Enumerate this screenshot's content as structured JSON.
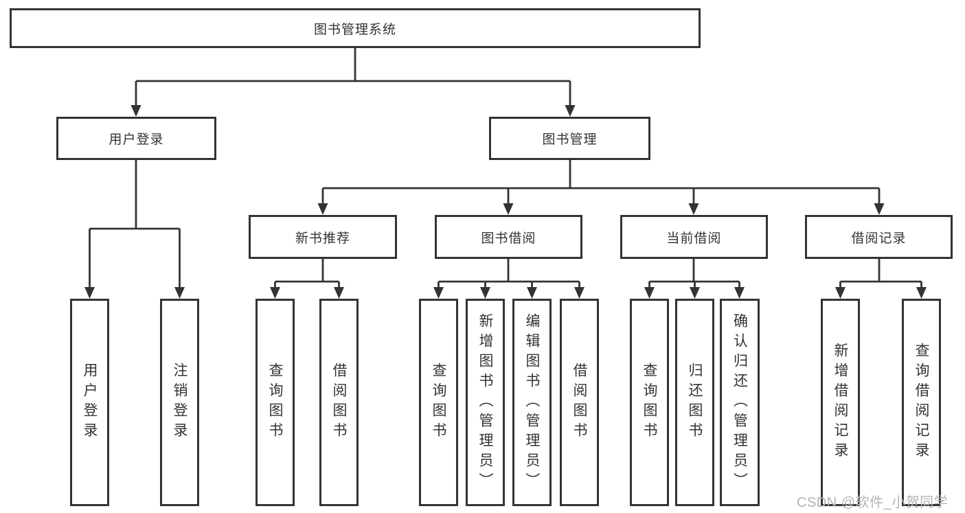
{
  "tree": {
    "root": "图书管理系统",
    "level2": [
      "用户登录",
      "图书管理"
    ],
    "level3": [
      "新书推荐",
      "图书借阅",
      "当前借阅",
      "借阅记录"
    ],
    "leaves": {
      "user_login": [
        "用户登录",
        "注销登录"
      ],
      "new_book": [
        "查询图书",
        "借阅图书"
      ],
      "book_borrow": [
        "查询图书",
        "新增图书（管理员）",
        "编辑图书（管理员）",
        "借阅图书"
      ],
      "current_borrow": [
        "查询图书",
        "归还图书",
        "确认归还（管理员）"
      ],
      "borrow_record": [
        "新增借阅记录",
        "查询借阅记录"
      ]
    }
  },
  "watermark": "CSDN @软件_小贺同学",
  "colors": {
    "line": "#333333",
    "box_border": "#333333",
    "text": "#333333",
    "watermark": "#b3b3b3",
    "background": "#ffffff"
  }
}
